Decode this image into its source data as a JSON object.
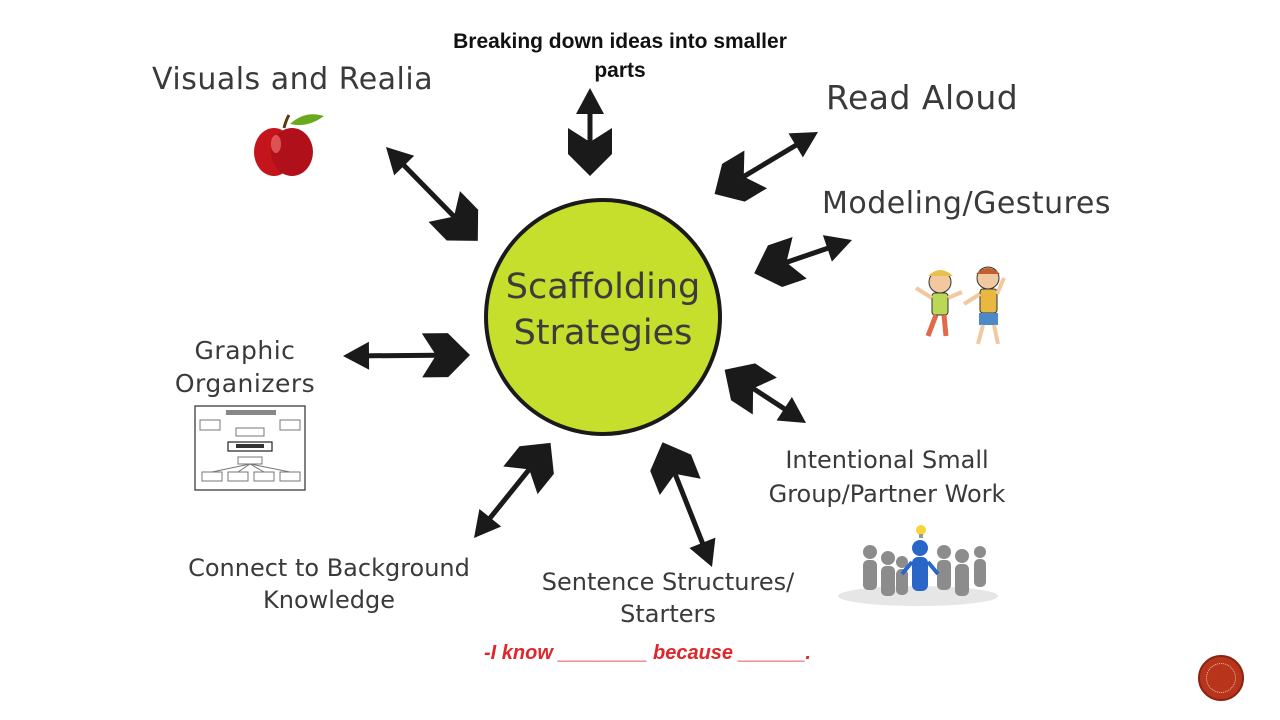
{
  "slide": {
    "top_title": "Breaking down ideas into smaller parts",
    "center_title": "Scaffolding Strategies",
    "strategies": {
      "visuals": "Visuals and Realia",
      "read_aloud": "Read Aloud",
      "modeling": "Modeling/Gestures",
      "graphic_organizers": "Graphic Organizers",
      "small_group": "Intentional Small Group/Partner Work",
      "background": "Connect to Background Knowledge",
      "sentence": "Sentence Structures/ Starters"
    },
    "sentence_starter": "-I know ________ because ______."
  },
  "colors": {
    "center_fill": "#c6df2c",
    "arrow": "#1a1a1a",
    "starter_text": "#e0262a",
    "nav_button": "#b8351c"
  },
  "icons": {
    "visuals": "apple-icon",
    "modeling": "kids-gesturing-icon",
    "graphic_organizers": "graphic-organizer-chart-icon",
    "small_group": "people-group-lightbulb-icon",
    "nav": "next-slide-icon"
  }
}
